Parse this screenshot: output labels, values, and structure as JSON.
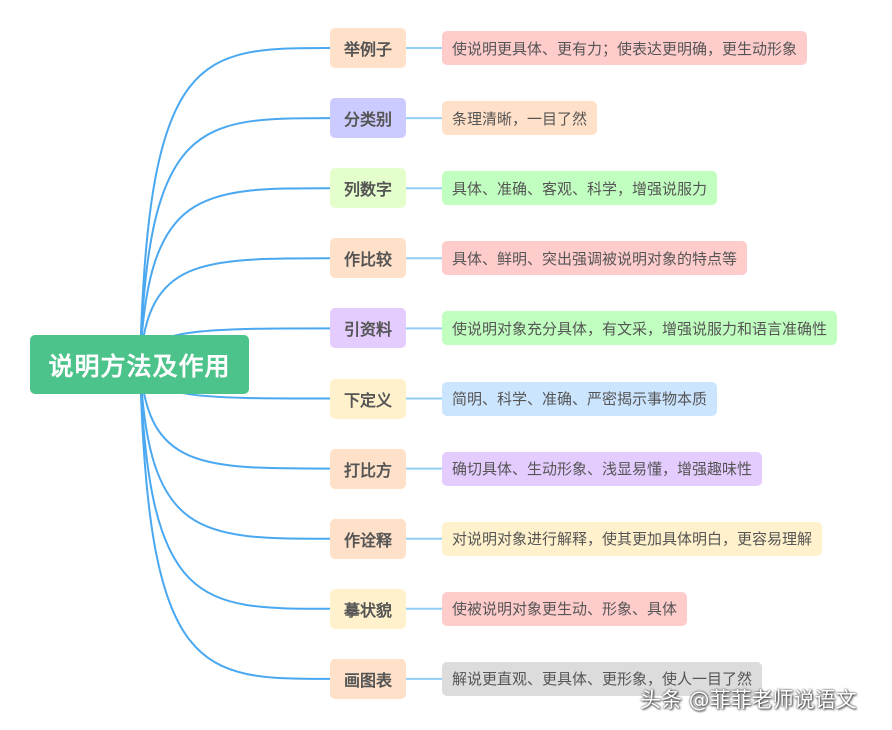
{
  "root": {
    "label": "说明方法及作用",
    "color": "#4cc38a"
  },
  "link_color": "#4aa8f0",
  "connector_color": "#92cdf5",
  "branches": [
    {
      "label": "举例子",
      "color": "#ffe0c8",
      "detail": "使说明更具体、更有力；使表达更明确，更生动形象",
      "detail_color": "#ffcccc"
    },
    {
      "label": "分类别",
      "color": "#cccbff",
      "detail": "条理清晰，一目了然",
      "detail_color": "#ffe0c8"
    },
    {
      "label": "列数字",
      "color": "#e5ffcc",
      "detail": "具体、准确、客观、科学，增强说服力",
      "detail_color": "#c0ffbf"
    },
    {
      "label": "作比较",
      "color": "#ffe0c8",
      "detail": "具体、鲜明、突出强调被说明对象的特点等",
      "detail_color": "#ffcccc"
    },
    {
      "label": "引资料",
      "color": "#e5ccff",
      "detail": "使说明对象充分具体，有文采，增强说服力和语言准确性",
      "detail_color": "#c0ffbf"
    },
    {
      "label": "下定义",
      "color": "#fff1cc",
      "detail": "简明、科学、准确、严密揭示事物本质",
      "detail_color": "#cce5ff"
    },
    {
      "label": "打比方",
      "color": "#ffe0c8",
      "detail": "确切具体、生动形象、浅显易懂，增强趣味性",
      "detail_color": "#e5ccff"
    },
    {
      "label": "作诠释",
      "color": "#ffe0c8",
      "detail": "对说明对象进行解释，使其更加具体明白，更容易理解",
      "detail_color": "#fff1cc"
    },
    {
      "label": "摹状貌",
      "color": "#fff1cc",
      "detail": "使被说明对象更生动、形象、具体",
      "detail_color": "#ffcccc"
    },
    {
      "label": "画图表",
      "color": "#ffe0c8",
      "detail": "解说更直观、更具体、更形象，使人一目了然",
      "detail_color": "#dcdcdc"
    }
  ],
  "watermark": "头条 @菲菲老师说语文"
}
